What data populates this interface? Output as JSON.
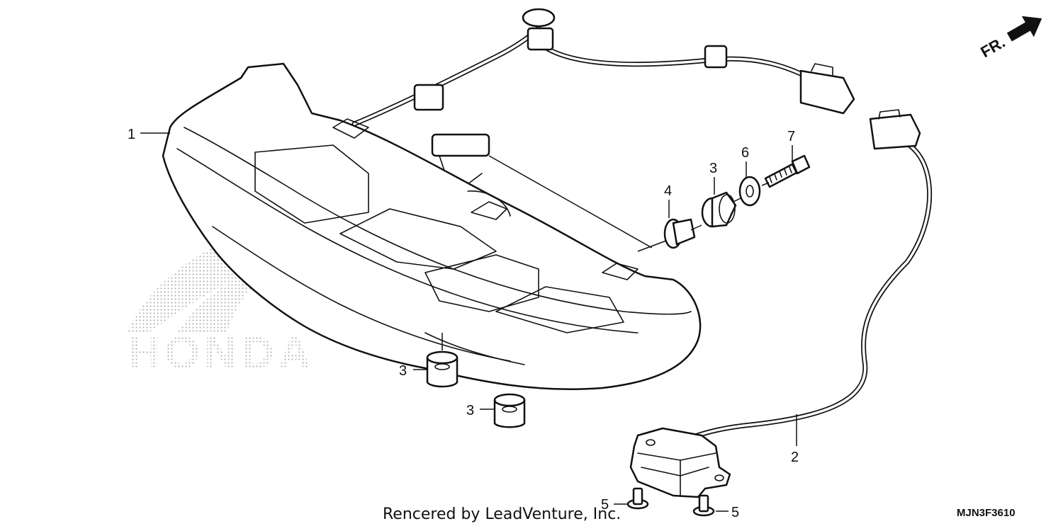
{
  "callouts": {
    "c1": "1",
    "c2": "2",
    "c3a": "3",
    "c3b": "3",
    "c3c": "3",
    "c4": "4",
    "c5a": "5",
    "c5b": "5",
    "c6": "6",
    "c7": "7"
  },
  "direction_label": "FR.",
  "watermark": "HONDA",
  "footer": "Rencered by LeadVenture, Inc.",
  "diagram_code": "MJN3F3610"
}
